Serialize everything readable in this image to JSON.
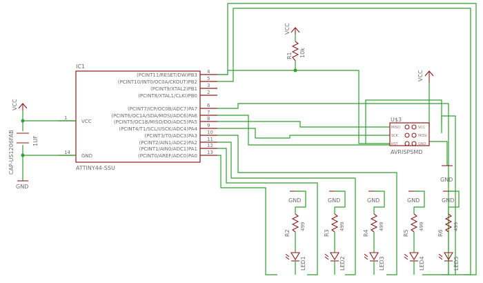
{
  "ic1": {
    "name": "IC1",
    "value": "ATTINY44-SSU",
    "left_pins": [
      {
        "label": "VCC",
        "num": "1"
      },
      {
        "label": "GND",
        "num": "14"
      }
    ],
    "right_pins": [
      {
        "label": "(PCINT11/RESET/DW)PB3",
        "num": "4"
      },
      {
        "label": "(PCINT10/INT0/OC0A/CKOUT)PB2",
        "num": "5"
      },
      {
        "label": "(PCINT9/XTAL2)PB1",
        "num": "3"
      },
      {
        "label": "(PCINT8/XTAL1/CLKI)PB0",
        "num": "2"
      },
      {
        "label": "(PCINT7/ICP/OC0B/ADC7)PA7",
        "num": "6"
      },
      {
        "label": "(PCINT6/OC1A/SDA/MOSI/ADC6)PA6",
        "num": "7"
      },
      {
        "label": "(PCINT5/OC1B/MISO/DO/ADC5)PA5",
        "num": "8"
      },
      {
        "label": "(PCINT4/T1/SCL/USCK/ADC4)PA4",
        "num": "9"
      },
      {
        "label": "(PCINT3/T0/ADC3)PA3",
        "num": "10"
      },
      {
        "label": "(PCINT2/AIN1/ADC2)PA2",
        "num": "11"
      },
      {
        "label": "(PCINT1/AIN0/ADC1)PA1",
        "num": "12"
      },
      {
        "label": "(PCINT0/AREF/ADC0)PA0",
        "num": "13"
      }
    ]
  },
  "cap": {
    "name": "CAP-US1206FAB",
    "value": "1UF",
    "vcc": "VCC",
    "gnd": "GND"
  },
  "r1": {
    "name": "R1",
    "value": "10k",
    "vcc": "VCC"
  },
  "isp": {
    "name": "U$3",
    "value": "AVRISPSMD",
    "vcc": "VCC",
    "gnd": "GND",
    "pins_left": [
      "MISO",
      "SCK",
      "RST"
    ],
    "pins_right": [
      "VCC",
      "MOSI",
      "GND"
    ]
  },
  "led_groups": [
    {
      "resistor": "R2",
      "value": "499",
      "led": "LED1",
      "gnd": "GND"
    },
    {
      "resistor": "R3",
      "value": "499",
      "led": "LED2",
      "gnd": "GND"
    },
    {
      "resistor": "R4",
      "value": "499",
      "led": "LED3",
      "gnd": "GND"
    },
    {
      "resistor": "R5",
      "value": "499",
      "led": "LED4",
      "gnd": "GND"
    },
    {
      "resistor": "R6",
      "value": "499",
      "led": "LED5",
      "gnd": "GND"
    }
  ]
}
